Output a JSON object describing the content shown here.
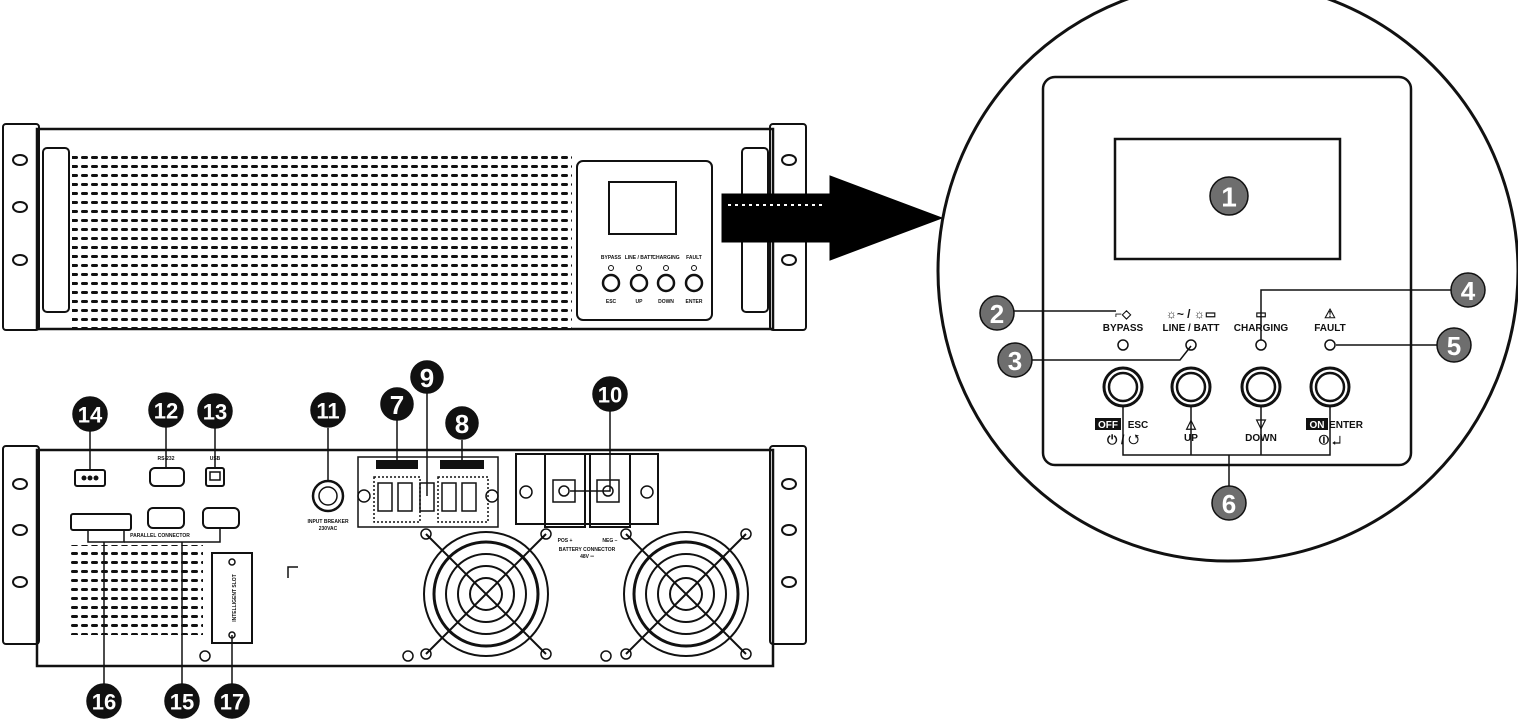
{
  "callouts": [
    "1",
    "2",
    "3",
    "4",
    "5",
    "6",
    "7",
    "8",
    "9",
    "10",
    "11",
    "12",
    "13",
    "14",
    "15",
    "16",
    "17"
  ],
  "zoom_panel": {
    "led_labels": {
      "bypass": "BYPASS",
      "line_batt": "LINE / BATT",
      "charging": "CHARGING",
      "fault": "FAULT"
    },
    "button_labels": {
      "esc_prefix": "OFF",
      "esc": "ESC",
      "up": "UP",
      "down": "DOWN",
      "enter_prefix": "ON",
      "enter": "ENTER"
    },
    "button_glyphs": {
      "esc": "⏻ / ↺",
      "up": "△",
      "down": "▽",
      "enter": "⏼  ↵"
    },
    "icons": {
      "line_batt": "☼~ / ☼▭",
      "charging": "▭",
      "fault": "⚠"
    }
  },
  "rear_panel": {
    "input_breaker": "INPUT BREAKER",
    "input_breaker_rating": "230VAC",
    "parallel_connector": "PARALLEL CONNECTOR",
    "battery_connector": "BATTERY CONNECTOR",
    "battery_voltage": "48V ═",
    "pos": "POS +",
    "neg": "NEG −",
    "intelligent_slot": "INTELLIGENT SLOT",
    "rs232": "RS-232",
    "usb": "USB"
  },
  "colors": {
    "line": "#111111",
    "callout_fill": "#6e6e6e",
    "arrow": "#000000"
  }
}
